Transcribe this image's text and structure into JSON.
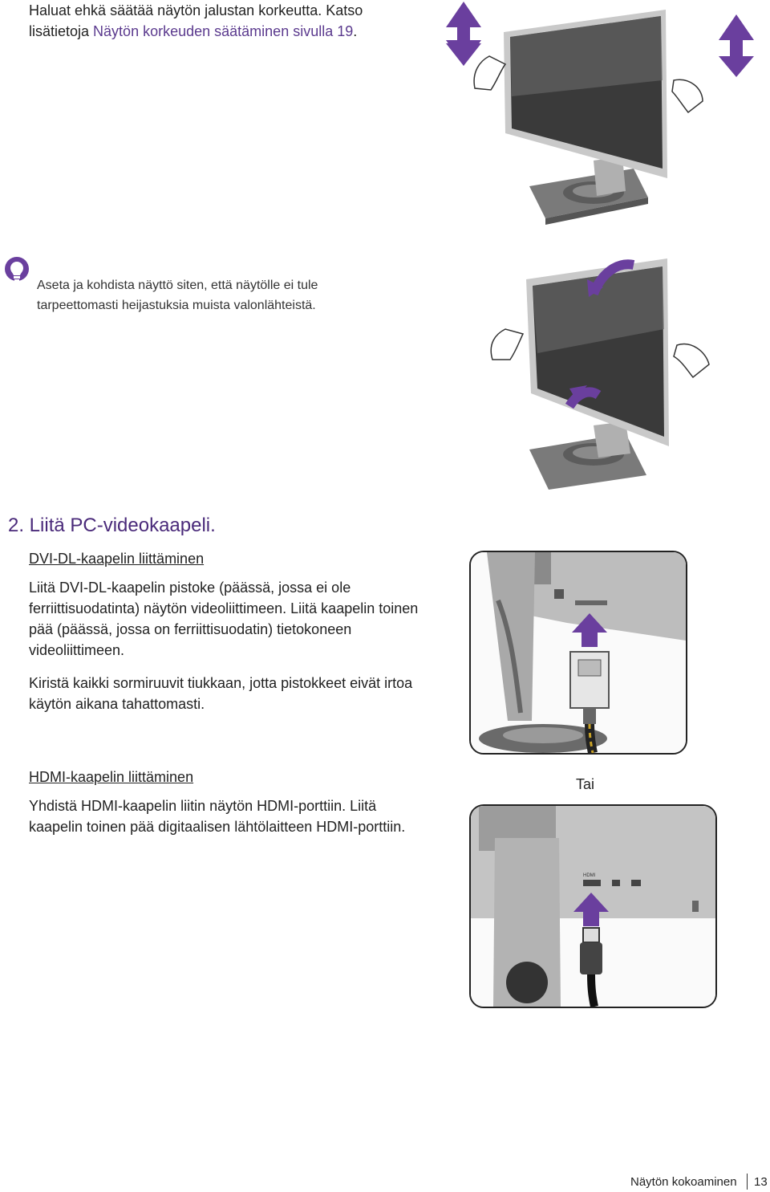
{
  "intro": {
    "text_before_link": "Haluat ehkä säätää näytön jalustan korkeutta. Katso lisätietoja ",
    "link_text": "Näytön korkeuden säätäminen sivulla 19",
    "text_after_link": "."
  },
  "tip": {
    "text": "Aseta ja kohdista näyttö siten, että näytölle ei tule tarpeettomasti heijastuksia muista valonlähteistä.",
    "icon": "lightbulb-icon"
  },
  "step2": {
    "heading": "2. Liitä PC-videokaapeli."
  },
  "dvi": {
    "subheading": "DVI-DL-kaapelin liittäminen",
    "paragraph1": "Liitä DVI-DL-kaapelin pistoke (päässä, jossa ei ole ferriittisuodatinta) näytön videoliittimeen. Liitä kaapelin toinen pää (päässä, jossa on ferriittisuodatin) tietokoneen videoliittimeen.",
    "paragraph2": "Kiristä kaikki sormiruuvit tiukkaan, jotta pistokkeet eivät irtoa käytön aikana tahattomasti."
  },
  "separator": {
    "label": "Tai"
  },
  "hdmi": {
    "subheading": "HDMI-kaapelin liittäminen",
    "paragraph": "Yhdistä HDMI-kaapelin liitin näytön HDMI-porttiin. Liitä kaapelin toinen pää digitaalisen lähtölaitteen HDMI-porttiin.",
    "port_label": "HDMI"
  },
  "footer": {
    "section": "Näytön kokoaminen",
    "page_number": "13"
  },
  "colors": {
    "accent": "#5b3a8e",
    "arrow": "#6a3f9e"
  }
}
